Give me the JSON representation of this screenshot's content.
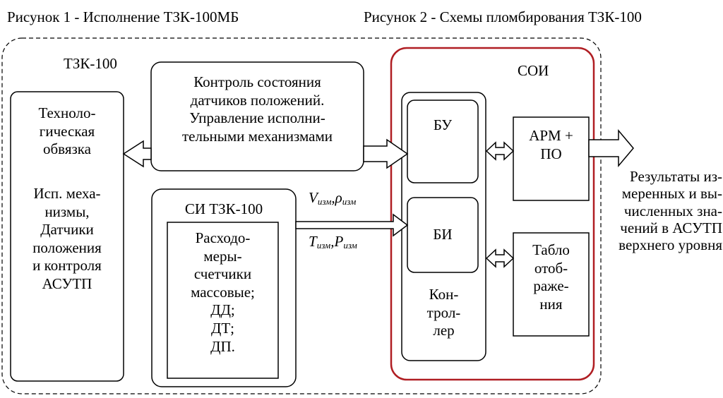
{
  "captions": {
    "figure1": "Рисунок 1 - Исполнение ТЗК-100МБ",
    "figure2": "Рисунок 2 - Схемы пломбирования ТЗК-100"
  },
  "outer_label": "ТЗК-100",
  "blocks": {
    "tech_top": "Техноло-\nгическая\nобвязка",
    "tech_bottom": "Исп. меха-\nнизмы,\nДатчики\nположения\nи контроля\nАСУТП",
    "control": "Контроль состояния\nдатчиков положений.\nУправление исполни-\nтельными механизмами",
    "si_title": "СИ ТЗК-100",
    "si_inner": "Расходо-\nмеры-\nсчетчики\nмассовые;\nДД;\nДТ;\nДП.",
    "soi": "СОИ",
    "bu": "БУ",
    "bi": "БИ",
    "controller": "Кон-\nтрол-\nлер",
    "arm": "АРМ +\nПО",
    "tablo": "Табло\nотоб-\nраже-\nния",
    "results": "Результаты из-\nмеренных и вы-\nчисленных зна-\nчений в АСУТП\nверхнего уровня"
  },
  "signals": {
    "upper": {
      "v": "V",
      "v_sub": "изм",
      "sep": ",",
      "rho": "ρ",
      "rho_sub": "изм"
    },
    "lower": {
      "t": "T",
      "t_sub": "изм",
      "sep": ",",
      "p": "P",
      "p_sub": "изм"
    }
  },
  "colors": {
    "soi_border": "#b01e23",
    "line": "#000000"
  }
}
